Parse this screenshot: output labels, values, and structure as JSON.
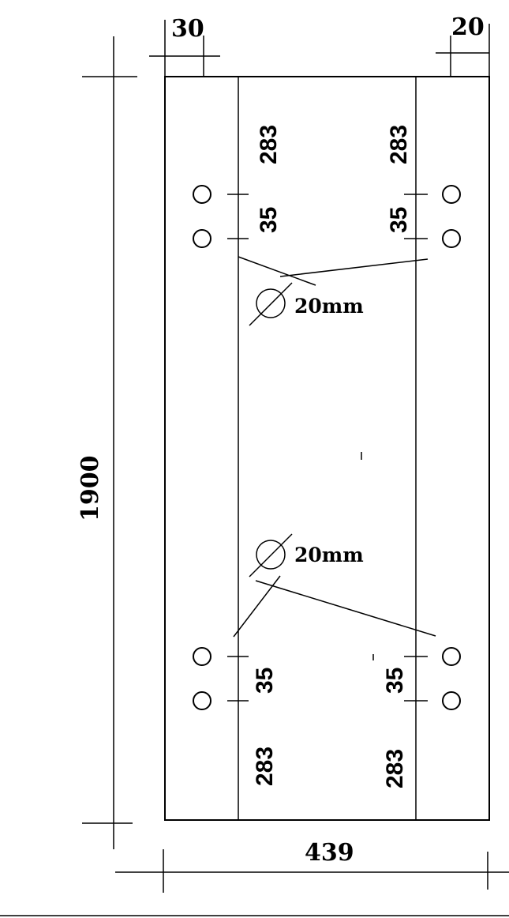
{
  "drawing": {
    "dimensions": {
      "top_left_offset": "30",
      "top_right_offset": "20",
      "overall_height": "1900",
      "overall_width": "439",
      "top_left_spacing": "283",
      "top_right_spacing": "283",
      "top_left_hole_pitch": "35",
      "top_right_hole_pitch": "35",
      "bottom_left_hole_pitch": "35",
      "bottom_right_hole_pitch": "35",
      "bottom_left_spacing": "283",
      "bottom_right_spacing": "283"
    },
    "hole_callouts": {
      "top": "20mm",
      "bottom": "20mm"
    },
    "colors": {
      "line": "#000000",
      "background": "#ffffff"
    }
  }
}
